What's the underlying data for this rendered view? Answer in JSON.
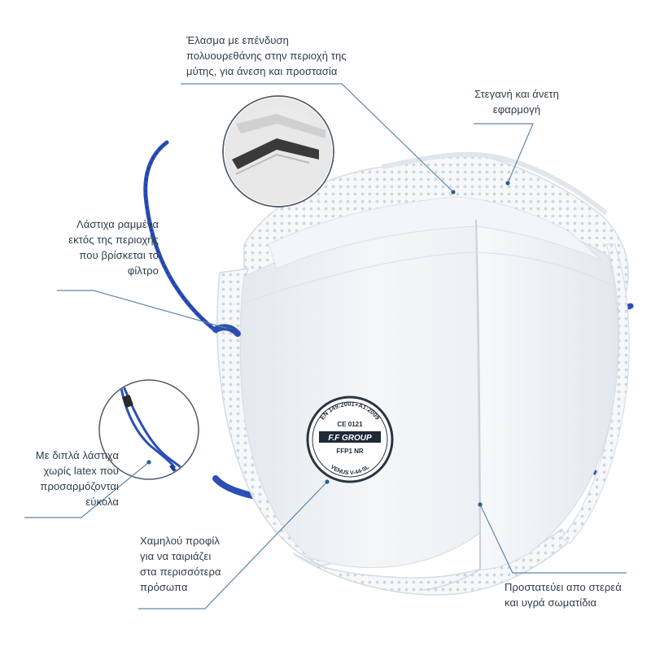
{
  "annotations": {
    "nose_foam": [
      "Έλασμα με επένδυση",
      "πολυουρεθάνης στην περιοχή της",
      "μύτης, για άνεση και προστασία"
    ],
    "fit": [
      "Στεγανή και άνετη",
      "εφαρμογή"
    ],
    "straps_stitched": [
      "Λάστιχα ραμμένα",
      "εκτός της περιοχής",
      "που βρίσκεται το",
      "φίλτρο"
    ],
    "double_straps": [
      "Με διπλά λάστιχα",
      "χωρίς latex  που",
      "προσαρμόζονται",
      "εύκολα"
    ],
    "low_profile": [
      "Χαμηλού προφίλ",
      "για να ταιριάζει",
      "στα περισσότερα",
      "πρόσωπα"
    ],
    "protection": [
      "Προστατεύει απο στερεά",
      "και υγρά σωματίδια"
    ]
  },
  "seal": {
    "standard": "EN 149:2001+A1:2009",
    "ce_mark": "CE 0121",
    "brand": "F.F GROUP",
    "class": "FFP1 NR",
    "model": "VENUS V-44-SL"
  },
  "colors": {
    "strap": "#2b4fb5",
    "line": "#5f86a8",
    "mask": "#f1f4f7",
    "text": "#2f3b48"
  }
}
